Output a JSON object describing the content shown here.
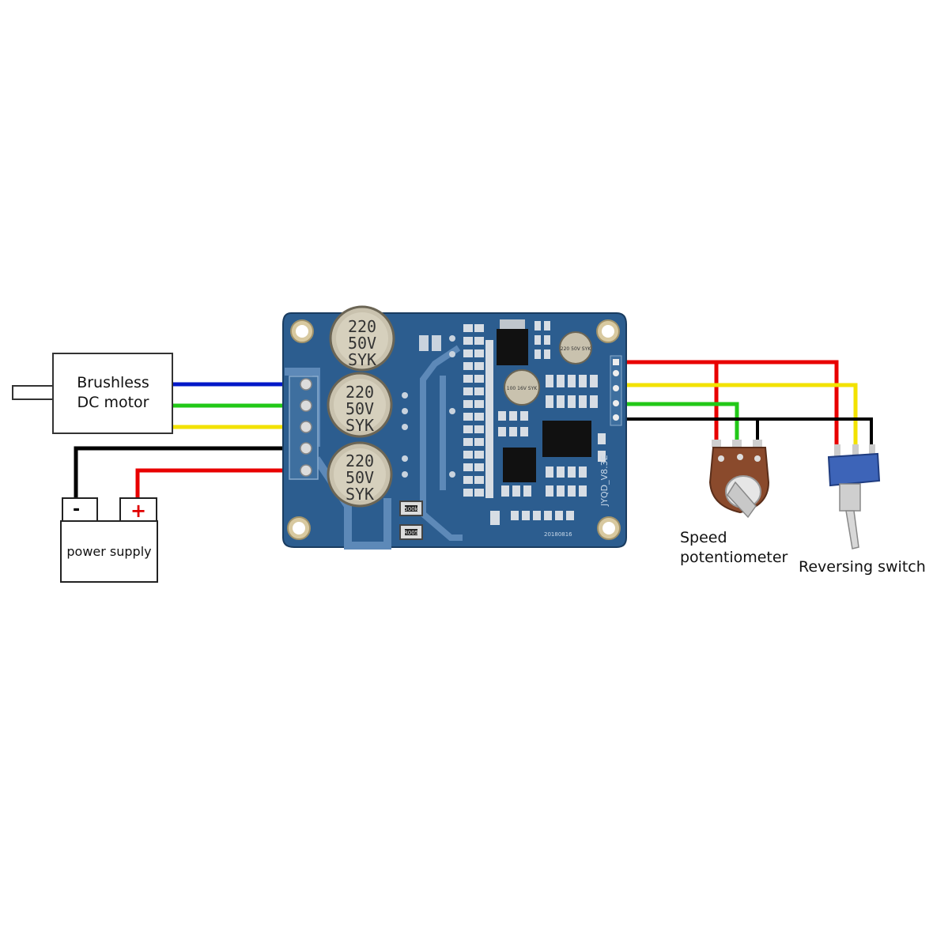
{
  "labels": {
    "motor_line1": "Brushless",
    "motor_line2": "DC motor",
    "power_supply": "power supply",
    "pot_line1": "Speed",
    "pot_line2": "potentiometer",
    "reversing_switch": "Reversing switch",
    "minus_sign": "-",
    "plus_sign": "+"
  },
  "capacitors": [
    {
      "line1": "220",
      "line2": "50V",
      "line3": "SYK"
    },
    {
      "line1": "220",
      "line2": "50V",
      "line3": "SYK"
    },
    {
      "line1": "220",
      "line2": "50V",
      "line3": "SYK"
    }
  ],
  "small_caps": [
    {
      "text": "220 50V SYK"
    },
    {
      "text": "100 16V SYK"
    }
  ],
  "board_text": {
    "version": "JYQD_V8.3E",
    "resistor1": "500k",
    "resistor2": "R005",
    "date": "20180816"
  },
  "wire_colors": {
    "blue": "#0018c8",
    "green": "#22c818",
    "yellow": "#f2e200",
    "red": "#e80000",
    "black": "#000000"
  },
  "board_color": "#2c5d8f"
}
